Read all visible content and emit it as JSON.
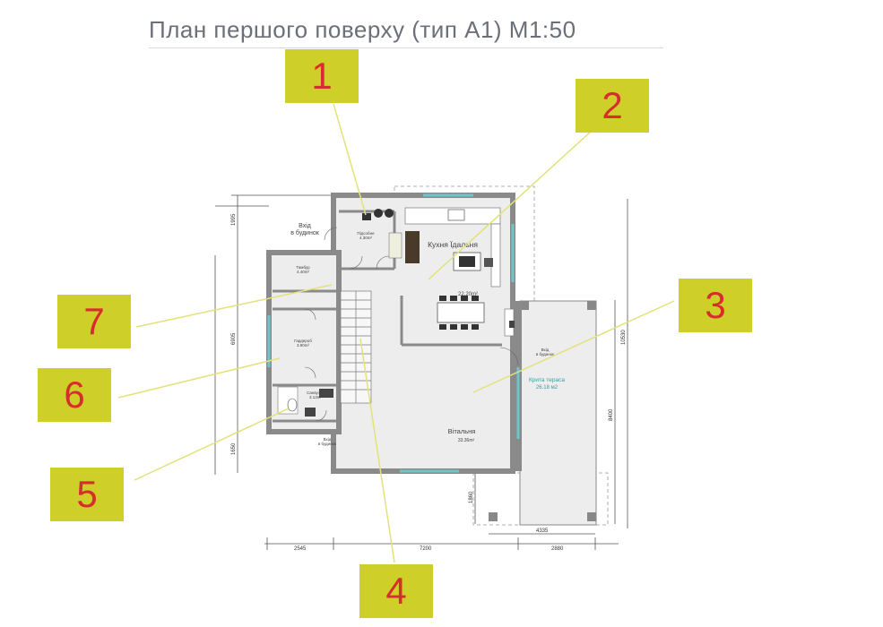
{
  "title": "План першого поверху (тип А1) М1:50",
  "markers": [
    "1",
    "2",
    "3",
    "4",
    "5",
    "6",
    "7"
  ],
  "rooms": {
    "entrance": "Вхід\nв будинок",
    "kitchen": "Кухня  Їдальня",
    "kitchen_area": "22.20m²",
    "terrace": "Крита тераса",
    "terrace_area": "26.18 м2",
    "terrace_entry": "Вхід\nв будинок",
    "living": "Вітальня",
    "living_area": "33.36m²",
    "pantry": "Підсобне\n4.30m²",
    "hall": "Тамбур\n4.40m²",
    "wardrobe": "Гардероб\n3.90m²",
    "bath": "Санвузол\n3.13m²",
    "side_entry": "Вхід\nв будинок"
  },
  "dimensions": {
    "top_left": "1995",
    "left_mid": "6905",
    "left_bottom": "1650",
    "right_full": "10530",
    "right_mid": "8400",
    "terrace_bottom": "1860",
    "bottom_left": "2545",
    "bottom_mid": "7200",
    "bottom_right": "2880",
    "terrace_width": "4335"
  },
  "colors": {
    "marker_bg": "#cfcf2a",
    "marker_text": "#d62d2d",
    "wall": "#8a8a8a",
    "floor": "#eeeeee",
    "glass": "#6fc5c9",
    "leader": "#e2e27a"
  }
}
